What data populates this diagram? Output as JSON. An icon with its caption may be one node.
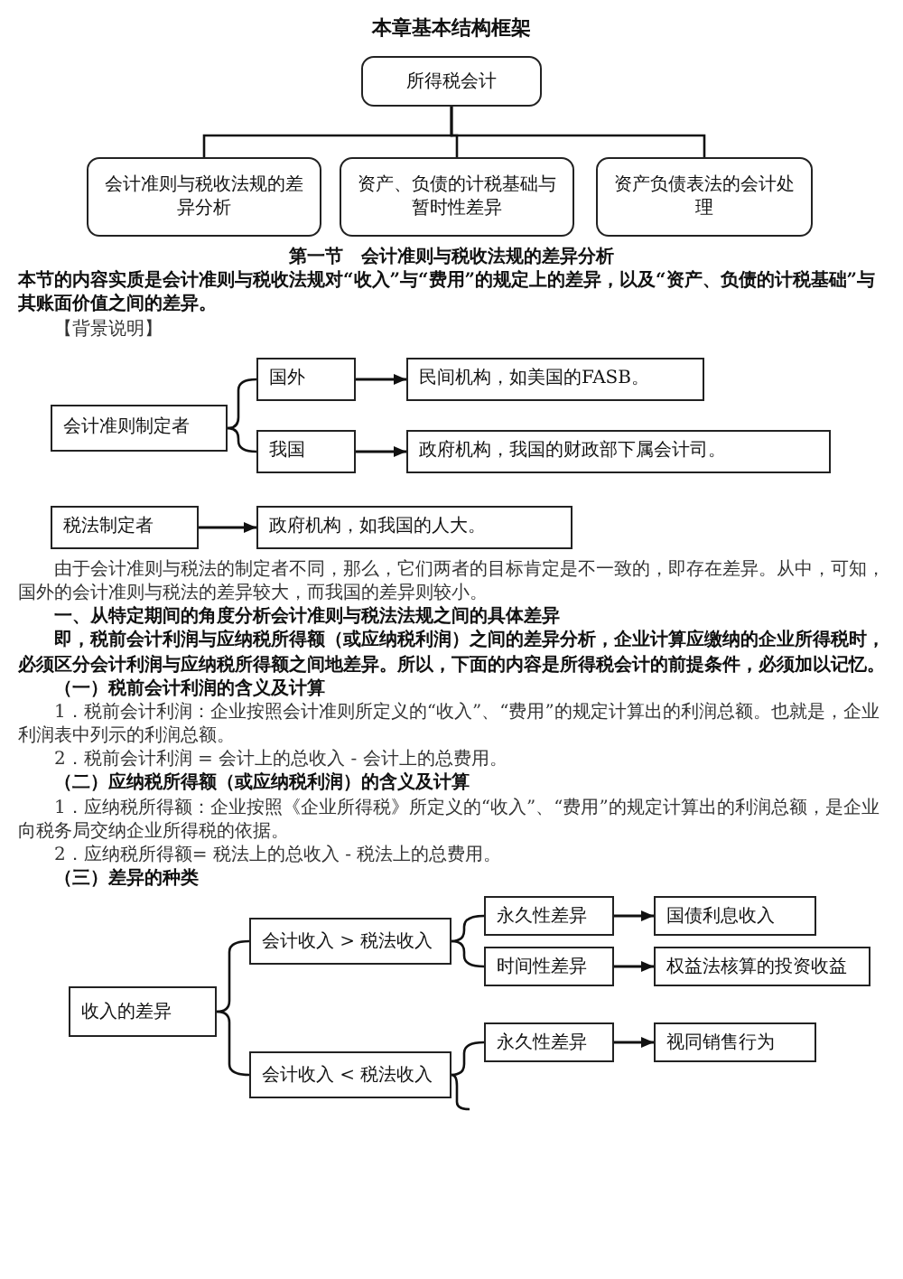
{
  "diagram": {
    "title": "本章基本结构框架",
    "nodes": [
      {
        "text": [
          "所得税会计"
        ]
      },
      {
        "text": [
          "会计准则与税收法规的差异分析"
        ]
      },
      {
        "text": [
          "资产、负债的计税基础与暂时性差异"
        ]
      },
      {
        "text": [
          "资产负债表法的会计处理"
        ]
      },
      {
        "text": [
          "会计准则制定者"
        ]
      },
      {
        "text": [
          "国外"
        ]
      },
      {
        "text": [
          "民间机构，如美国的FASB。"
        ]
      },
      {
        "text": [
          "我国"
        ]
      },
      {
        "text": [
          "政府机构，我国的财政部下属会计司。"
        ]
      },
      {
        "text": [
          "税法制定者"
        ]
      },
      {
        "text": [
          "政府机构，如我国的人大。"
        ]
      },
      {
        "text": [
          "收入的差异"
        ]
      },
      {
        "text": [
          "会计收入 > 税法收入"
        ]
      },
      {
        "text": [
          "会计收入 < 税法收入"
        ]
      },
      {
        "text": [
          "永久性差异"
        ]
      },
      {
        "text": [
          "时间性差异"
        ]
      },
      {
        "text": [
          "永久性差异"
        ]
      },
      {
        "text": [
          "国债利息收入"
        ]
      },
      {
        "text": [
          "权益法核算的投资收益"
        ]
      },
      {
        "text": [
          "视同销售行为"
        ]
      }
    ],
    "edges": [
      {
        "from": 0,
        "to": 1,
        "arrow": "none"
      },
      {
        "from": 0,
        "to": 2,
        "arrow": "none"
      },
      {
        "from": 0,
        "to": 3,
        "arrow": "none"
      },
      {
        "from": 4,
        "to": 5,
        "arrow": "none"
      },
      {
        "from": 4,
        "to": 7,
        "arrow": "none"
      },
      {
        "from": 5,
        "to": 6,
        "arrow": "to"
      },
      {
        "from": 7,
        "to": 8,
        "arrow": "to"
      },
      {
        "from": 9,
        "to": 10,
        "arrow": "to"
      },
      {
        "from": 11,
        "to": 12,
        "arrow": "none"
      },
      {
        "from": 11,
        "to": 13,
        "arrow": "none"
      },
      {
        "from": 12,
        "to": 14,
        "arrow": "none"
      },
      {
        "from": 12,
        "to": 15,
        "arrow": "none"
      },
      {
        "from": 13,
        "to": 16,
        "arrow": "none"
      },
      {
        "from": 13,
        "to": null,
        "arrow": "none"
      },
      {
        "from": 14,
        "to": 17,
        "arrow": "to"
      },
      {
        "from": 15,
        "to": 18,
        "arrow": "to"
      },
      {
        "from": 16,
        "to": 19,
        "arrow": "to"
      }
    ],
    "labels": [
      "第一节　会计准则与税收法规的差异分析",
      "本节的内容实质是会计准则与税收法规对“收入”与“费用”的规定上的差异，以及“资产、负债的计税基础”与其账面价值之间的差异。",
      "【背景说明】",
      "由于会计准则与税法的制定者不同，那么，它们两者的目标肯定是不一致的，即存在差异。从中，可知，国外的会计准则与税法的差异较大，而我国的差异则较小。",
      "一、从特定期间的角度分析会计准则与税法法规之间的具体差异",
      "即，税前会计利润与应纳税所得额（或应纳税利润）之间的差异分析，企业计算应缴纳的企业所得税时，必须区分会计利润与应纳税所得额之间地差异。所以，下面的内容是所得税会计的前提条件，必须加以记忆。",
      "（一）税前会计利润的含义及计算",
      "1．税前会计利润：企业按照会计准则所定义的“收入”、“费用”的规定计算出的利润总额。也就是，企业利润表中列示的利润总额。",
      "2．税前会计利润 = 会计上的总收入 - 会计上的总费用。",
      "（二）应纳税所得额（或应纳税利润）的含义及计算",
      "1．应纳税所得额：企业按照《企业所得税》所定义的“收入”、“费用”的规定计算出的利润总额，是企业向税务局交纳企业所得税的依据。",
      "2．应纳税所得额= 税法上的总收入 - 税法上的总费用。",
      "（三）差异的种类"
    ]
  }
}
